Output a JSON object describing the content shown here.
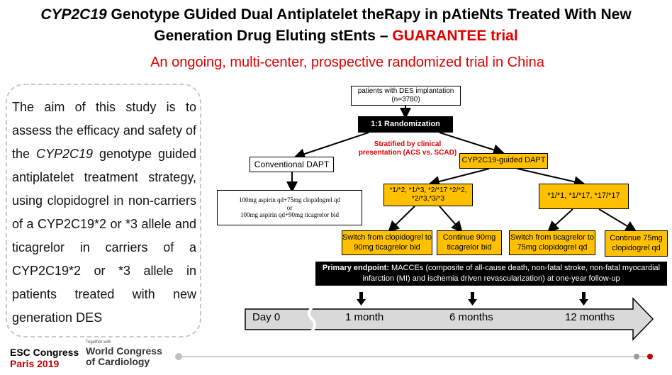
{
  "title": {
    "italic_part": "CYP2C19",
    "line1_rest": " Genotype GUided Dual Antiplatelet theRapy in pAtieNts Treated With New",
    "line2": "Generation Drug Eluting stEnts – ",
    "trial_name": "GUARANTEE trial"
  },
  "subtitle": "An ongoing, multi-center, prospective  randomized trial in China",
  "aim": {
    "part1": "The aim of this study is to assess the efficacy and safety of the ",
    "gene": "CYP2C19",
    "part2": " genotype guided antiplatelet treatment strategy, using clopidogrel in non-carriers of a CYP2C19*2 or *3 allele and ticagrelor in carriers of a CYP2C19*2 or *3 allele in patients treated with new generation DES"
  },
  "flow": {
    "patients": "patients with DES implantation (n=3780)",
    "randomization": "1:1 Randomization",
    "stratified": "Stratified by  clinical presentation (ACS vs. SCAD)",
    "conventional": "Conventional DAPT",
    "conventional_regimen_a": "100mg aspirin qd+75mg clopidogrel qd",
    "conventional_regimen_or": "or",
    "conventional_regimen_b": "100mg aspirin qd+90mg ticagrelor bid",
    "guided": "CYP2C19-guided DAPT",
    "carriers": "*1/*2, *1/*3, *2/*17 *2/*2, *2/*3,*3/*3",
    "noncarriers": "*1/*1, *1/*17, *17/*17",
    "switch_ticagrelor": "Switch from clopidogrel to 90mg ticagrelor bid",
    "continue_90": "Continue 90mg ticagrelor bid",
    "switch_clopidogrel": "Switch from ticagrelor to 75mg clopidogrel qd",
    "continue_75": "Continue 75mg clopidogrel qd"
  },
  "endpoint": {
    "label": "Primary endpoint:",
    "text": " MACCEs (composite of all-cause death, non-fatal stroke, non-fatal myocardial infarction (MI) and ischemia driven revascularization) at one-year follow-up"
  },
  "timeline": {
    "day0": "Day 0",
    "m1": "1 month",
    "m6": "6 months",
    "m12": "12 months"
  },
  "footer": {
    "esc_line1": "ESC Congress",
    "esc_line2": "Paris 2019",
    "together": "Together with",
    "wcc_line1": "World Congress",
    "wcc_line2": "of Cardiology"
  },
  "colors": {
    "accent_red": "#e00000",
    "box_gold": "#ffc000",
    "timeline_gray": "#d9d9d9",
    "progress_dot": "#c00000"
  }
}
